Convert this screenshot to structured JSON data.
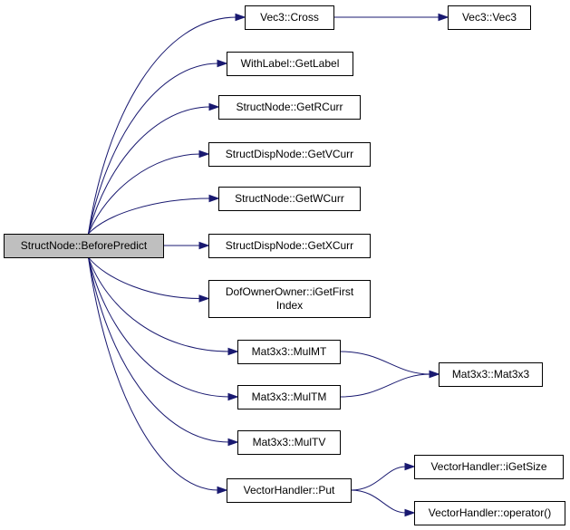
{
  "colors": {
    "edge": "#191970",
    "root_fill": "#bfbfbf",
    "node_fill": "#ffffff",
    "border": "#000000"
  },
  "nodes": {
    "root": {
      "lines": [
        "StructNode::BeforePredict"
      ]
    },
    "vec3_cross": {
      "lines": [
        "Vec3::Cross"
      ]
    },
    "vec3_vec3": {
      "lines": [
        "Vec3::Vec3"
      ]
    },
    "withlabel_getlabel": {
      "lines": [
        "WithLabel::GetLabel"
      ]
    },
    "structnode_getrcurr": {
      "lines": [
        "StructNode::GetRCurr"
      ]
    },
    "structdispnode_getvcurr": {
      "lines": [
        "StructDispNode::GetVCurr"
      ]
    },
    "structnode_getwcurr": {
      "lines": [
        "StructNode::GetWCurr"
      ]
    },
    "structdispnode_getxcurr": {
      "lines": [
        "StructDispNode::GetXCurr"
      ]
    },
    "dofownerowner_igetfirstindex": {
      "lines": [
        "DofOwnerOwner::iGetFirst",
        "Index"
      ]
    },
    "mat3x3_mulmt": {
      "lines": [
        "Mat3x3::MulMT"
      ]
    },
    "mat3x3_multm": {
      "lines": [
        "Mat3x3::MulTM"
      ]
    },
    "mat3x3_mat3x3": {
      "lines": [
        "Mat3x3::Mat3x3"
      ]
    },
    "mat3x3_multv": {
      "lines": [
        "Mat3x3::MulTV"
      ]
    },
    "vectorhandler_put": {
      "lines": [
        "VectorHandler::Put"
      ]
    },
    "vectorhandler_igetsize": {
      "lines": [
        "VectorHandler::iGetSize"
      ]
    },
    "vectorhandler_operator": {
      "lines": [
        "VectorHandler::operator()"
      ]
    }
  },
  "edges": [
    {
      "from": "root",
      "to": "vec3_cross"
    },
    {
      "from": "root",
      "to": "withlabel_getlabel"
    },
    {
      "from": "root",
      "to": "structnode_getrcurr"
    },
    {
      "from": "root",
      "to": "structdispnode_getvcurr"
    },
    {
      "from": "root",
      "to": "structnode_getwcurr"
    },
    {
      "from": "root",
      "to": "structdispnode_getxcurr"
    },
    {
      "from": "root",
      "to": "dofownerowner_igetfirstindex"
    },
    {
      "from": "root",
      "to": "mat3x3_mulmt"
    },
    {
      "from": "root",
      "to": "mat3x3_multm"
    },
    {
      "from": "root",
      "to": "mat3x3_multv"
    },
    {
      "from": "root",
      "to": "vectorhandler_put"
    },
    {
      "from": "vec3_cross",
      "to": "vec3_vec3"
    },
    {
      "from": "mat3x3_mulmt",
      "to": "mat3x3_mat3x3"
    },
    {
      "from": "mat3x3_multm",
      "to": "mat3x3_mat3x3"
    },
    {
      "from": "vectorhandler_put",
      "to": "vectorhandler_igetsize"
    },
    {
      "from": "vectorhandler_put",
      "to": "vectorhandler_operator"
    }
  ]
}
